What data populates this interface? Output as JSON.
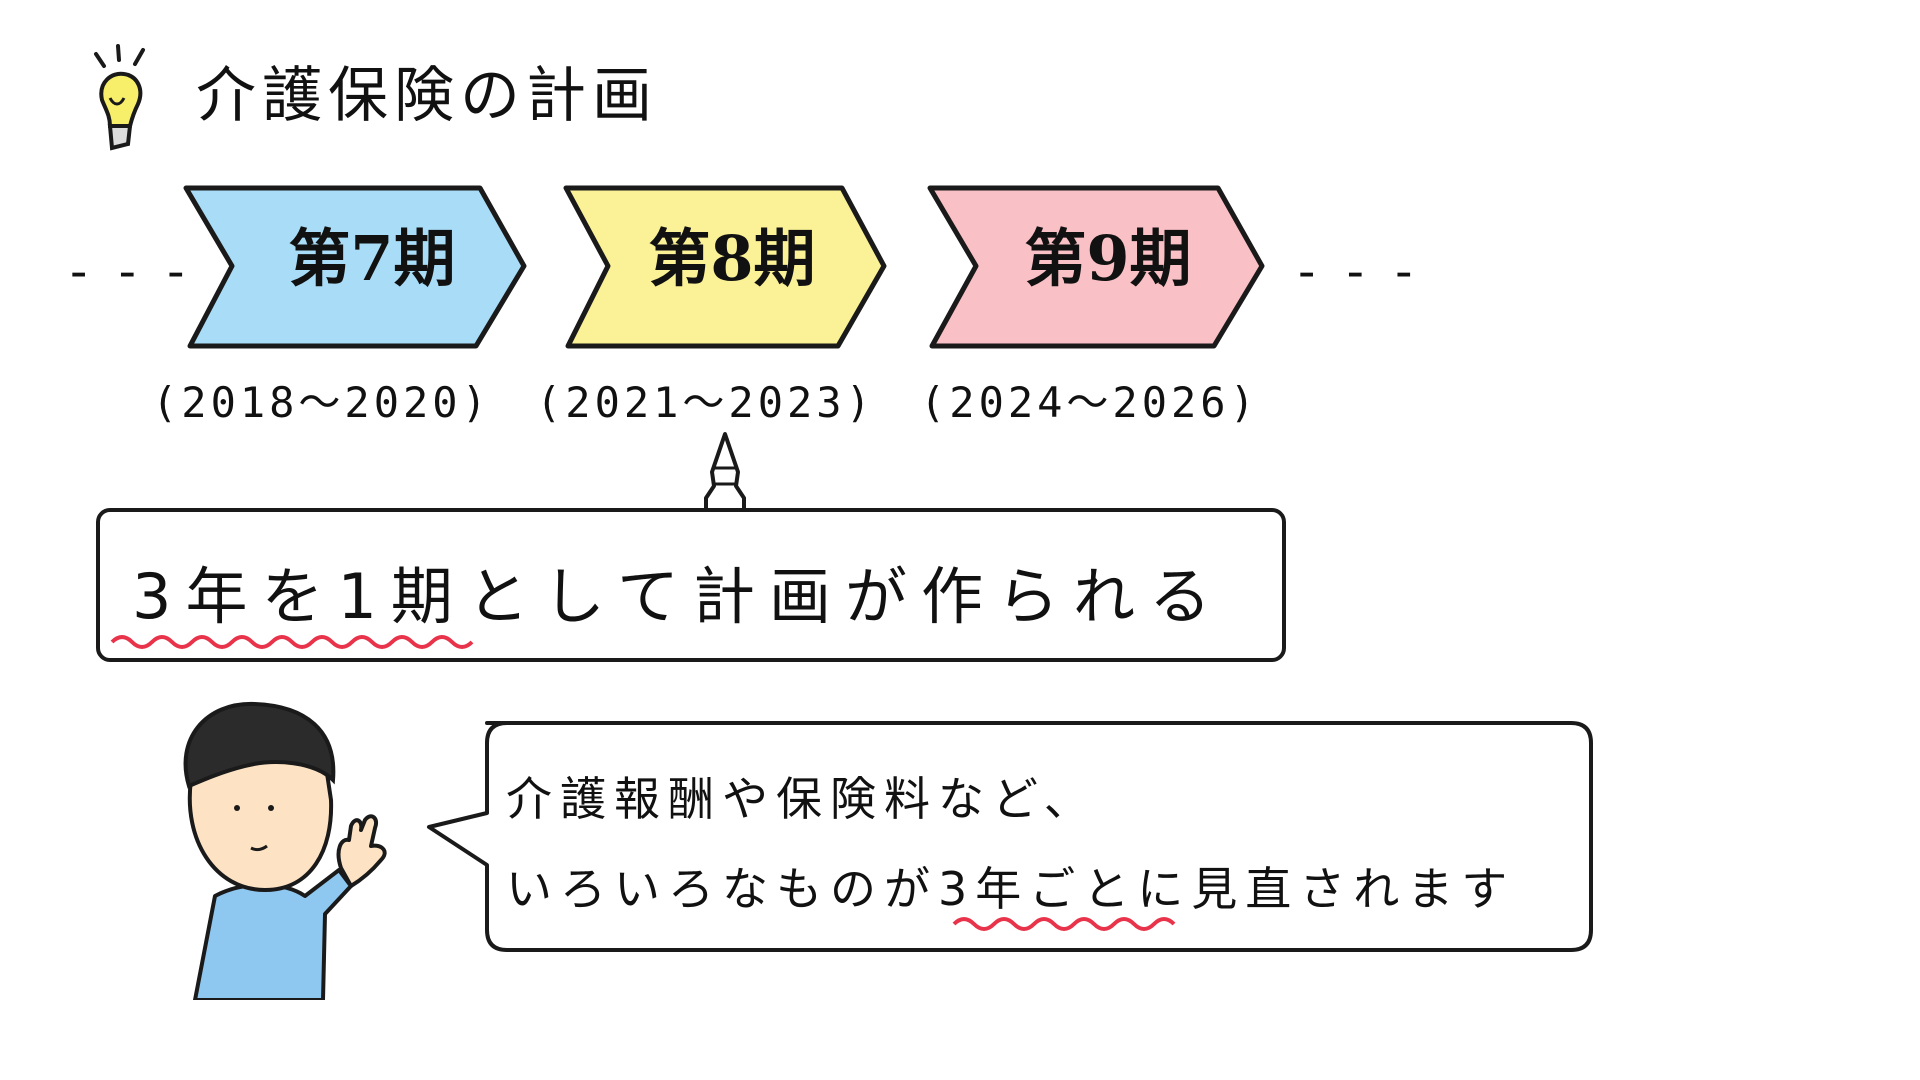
{
  "title": "介護保険の計画",
  "timeline": {
    "lead_dashes": "- - -",
    "trail_dashes": "- - -",
    "periods": [
      {
        "label": "第7期",
        "years": "(2018～2020)",
        "color": "#a9dcf7"
      },
      {
        "label": "第8期",
        "years": "(2021～2023)",
        "color": "#fbf196"
      },
      {
        "label": "第9期",
        "years": "(2024～2026)",
        "color": "#f9c0c5"
      }
    ]
  },
  "callout": {
    "text": "3年を1期として計画が作られる"
  },
  "speech": {
    "line1": "介護報酬や保険料など、",
    "line2": "いろいろなものが3年ごとに見直されます"
  },
  "colors": {
    "underline": "#e8334a",
    "skin": "#fde3c4",
    "shirt": "#8ec7ef",
    "bulb": "#f7ee6a",
    "outline": "#1a1a1a"
  },
  "icons": {
    "title_icon": "lightbulb-icon"
  }
}
